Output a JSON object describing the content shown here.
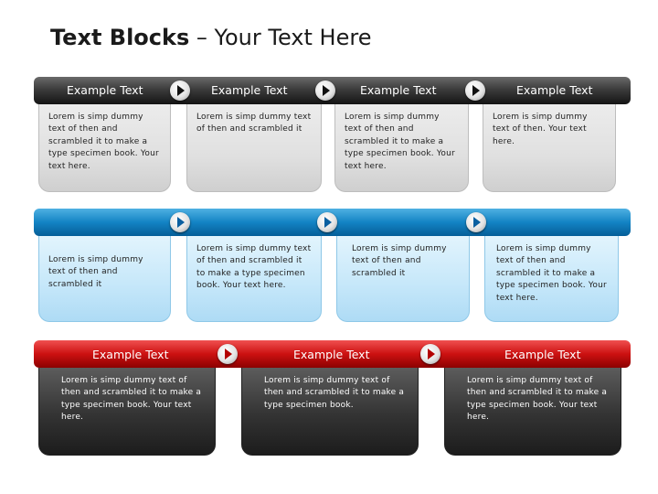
{
  "title": {
    "bold": "Text Blocks",
    "rest": " – Your Text Here"
  },
  "row1": {
    "labels": [
      "Example Text",
      "Example Text",
      "Example Text",
      "Example Text"
    ],
    "cards": [
      "Lorem is simp dummy text of then and scrambled it to make a type specimen book. Your text here.",
      "Lorem is simp dummy text of then and scrambled it",
      "Lorem is simp dummy text of then and scrambled it to make a type specimen book. Your text here.",
      "Lorem is simp dummy text of then. Your text here."
    ]
  },
  "row2": {
    "cards": [
      "Lorem is simp dummy text of then and scrambled it",
      "Lorem is simp dummy text of then and scrambled it to make a type specimen book. Your text here.",
      "Lorem is simp dummy text of then and scrambled it",
      "Lorem is simp dummy text of then and scrambled it to make a type specimen book. Your text here."
    ]
  },
  "row3": {
    "labels": [
      "Example Text",
      "Example Text",
      "Example Text"
    ],
    "cards": [
      "Lorem is simp dummy text of then and scrambled it to make a type specimen book. Your text here.",
      "Lorem is simp dummy text of then and scrambled it to make a type specimen book.",
      "Lorem is simp dummy text of then and scrambled it to make a type specimen book. Your text here."
    ]
  },
  "colors": {
    "dark_bar": "#3c3c3c",
    "blue_bar": "#1383c4",
    "red_bar": "#cc1111"
  }
}
